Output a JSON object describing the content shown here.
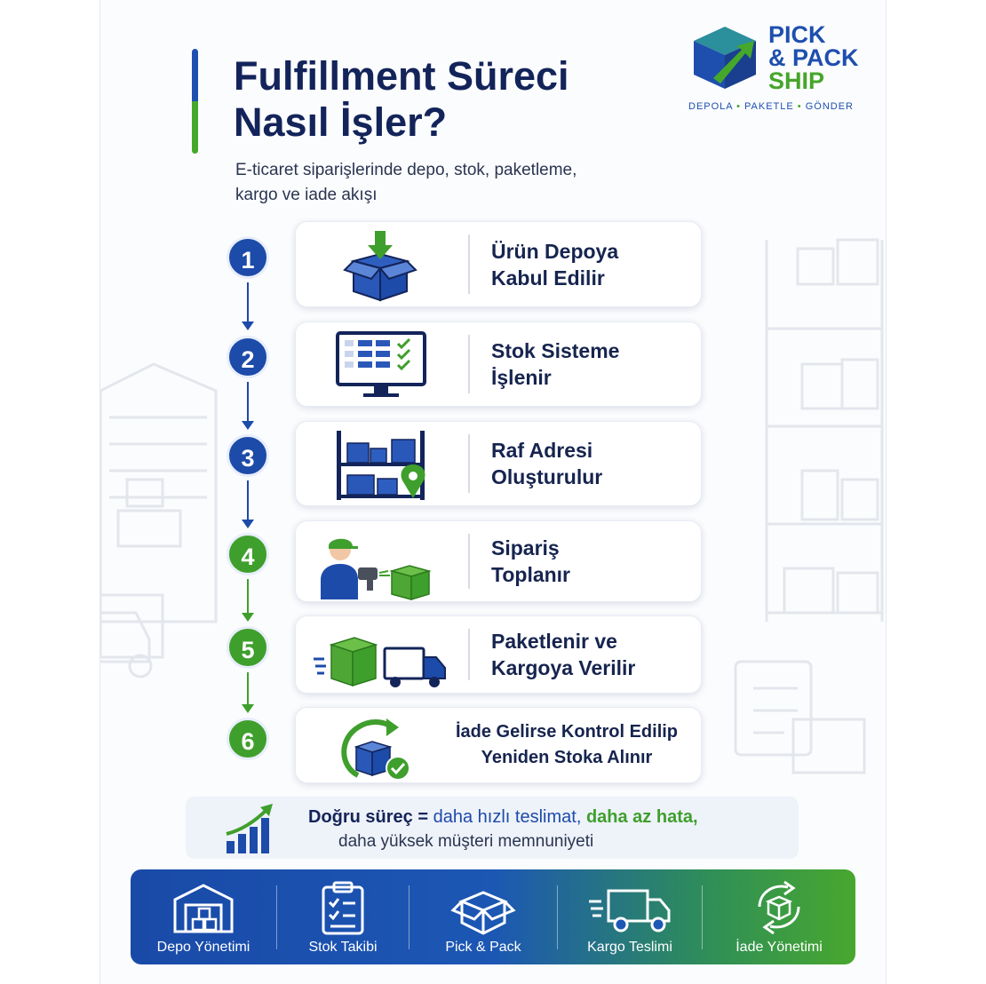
{
  "header": {
    "title_line1": "Fulfillment Süreci",
    "title_line2": "Nasıl İşler?",
    "subtitle_line1": "E-ticaret siparişlerinde depo, stok, paketleme,",
    "subtitle_line2": "kargo ve iade akışı"
  },
  "logo": {
    "line1": "PICK",
    "line2": "& PACK",
    "line3": "SHIP",
    "tag1": "DEPOLA",
    "tag2": "PAKETLE",
    "tag3": "GÖNDER"
  },
  "steps": [
    {
      "number": "1",
      "line1": "Ürün Depoya",
      "line2": "Kabul Edilir",
      "icon": "box-receive-icon"
    },
    {
      "number": "2",
      "line1": "Stok Sisteme",
      "line2": "İşlenir",
      "icon": "monitor-checklist-icon"
    },
    {
      "number": "3",
      "line1": "Raf Adresi",
      "line2": "Oluşturulur",
      "icon": "shelf-location-icon"
    },
    {
      "number": "4",
      "line1": "Sipariş",
      "line2": "Toplanır",
      "icon": "worker-scanner-icon"
    },
    {
      "number": "5",
      "line1": "Paketlenir ve",
      "line2": "Kargoya Verilir",
      "icon": "package-truck-icon"
    },
    {
      "number": "6",
      "line1": "İade Gelirse Kontrol Edilip",
      "line2": "Yeniden Stoka Alınır",
      "icon": "return-box-icon"
    }
  ],
  "summary": {
    "bold": "Doğru süreç =",
    "blue": "daha hızlı teslimat",
    "comma1": ",",
    "green": "daha az hata",
    "comma2": ",",
    "line2": "daha yüksek müşteri memnuniyeti"
  },
  "footer": [
    {
      "label": "Depo Yönetimi",
      "icon": "warehouse-icon"
    },
    {
      "label": "Stok Takibi",
      "icon": "clipboard-icon"
    },
    {
      "label": "Pick & Pack",
      "icon": "open-box-icon"
    },
    {
      "label": "Kargo Teslimi",
      "icon": "truck-icon"
    },
    {
      "label": "İade Yönetimi",
      "icon": "recycle-box-icon"
    }
  ],
  "colors": {
    "primary_blue": "#1d4ba9",
    "accent_green": "#3f9f2c",
    "title_navy": "#13245a"
  }
}
